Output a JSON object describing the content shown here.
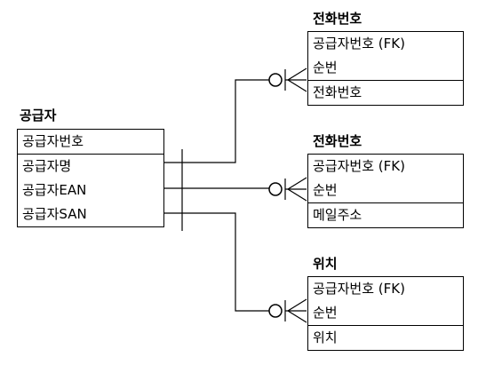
{
  "entities": {
    "supplier": {
      "title": "공급자",
      "pk": [
        "공급자번호"
      ],
      "attrs": [
        "공급자명",
        "공급자EAN",
        "공급자SAN"
      ]
    },
    "phone": {
      "title": "전화번호",
      "pk": [
        "공급자번호 (FK)",
        "순번"
      ],
      "attrs": [
        "전화번호"
      ]
    },
    "email": {
      "title": "전화번호",
      "pk": [
        "공급자번호 (FK)",
        "순번"
      ],
      "attrs": [
        "메일주소"
      ]
    },
    "location": {
      "title": "위치",
      "pk": [
        "공급자번호 (FK)",
        "순번"
      ],
      "attrs": [
        "위치"
      ]
    }
  },
  "relationships": [
    {
      "from": "supplier",
      "to": "phone",
      "parent_cardinality": "one",
      "child_cardinality": "zero-or-many"
    },
    {
      "from": "supplier",
      "to": "email",
      "parent_cardinality": "one",
      "child_cardinality": "zero-or-many"
    },
    {
      "from": "supplier",
      "to": "location",
      "parent_cardinality": "one",
      "child_cardinality": "zero-or-many"
    }
  ]
}
